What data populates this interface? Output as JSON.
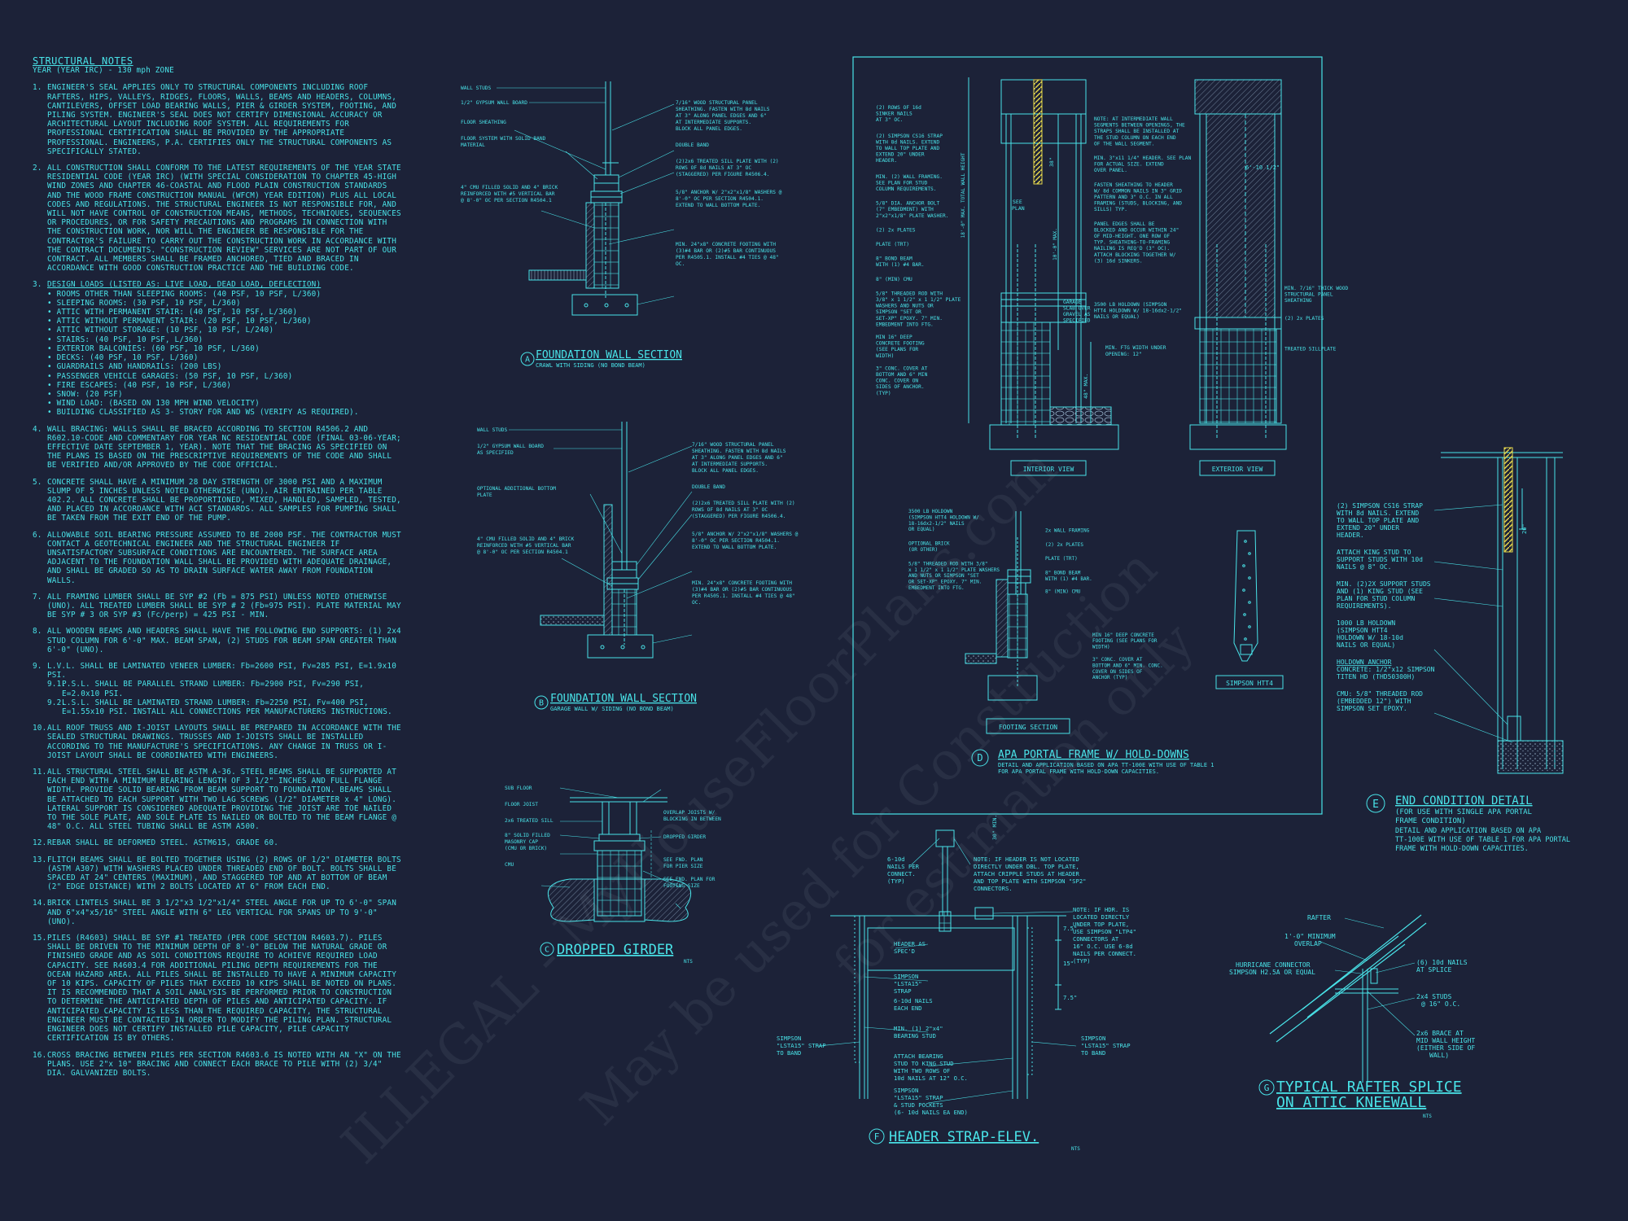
{
  "notes": {
    "title": "STRUCTURAL NOTES",
    "subtitle": "YEAR (YEAR IRC) - 130 mph ZONE",
    "items": [
      {
        "n": "1.",
        "text": "ENGINEER'S SEAL APPLIES ONLY TO STRUCTURAL COMPONENTS INCLUDING ROOF RAFTERS, HIPS, VALLEYS, RIDGES, FLOORS, WALLS, BEAMS AND HEADERS, COLUMNS, CANTILEVERS, OFFSET LOAD BEARING WALLS, PIER & GIRDER SYSTEM, FOOTING, AND PILING SYSTEM. ENGINEER'S SEAL DOES NOT CERTIFY DIMENSIONAL ACCURACY OR ARCHITECTURAL LAYOUT INCLUDING ROOF SYSTEM. ALL REQUIREMENTS FOR PROFESSIONAL CERTIFICATION SHALL BE PROVIDED BY THE APPROPRIATE PROFESSIONAL. ENGINEERS, P.A. CERTIFIES ONLY THE STRUCTURAL COMPONENTS AS SPECIFICALLY STATED."
      },
      {
        "n": "2.",
        "text": "ALL CONSTRUCTION SHALL CONFORM TO THE LATEST REQUIREMENTS OF THE YEAR STATE RESIDENTIAL CODE (YEAR IRC) (WITH SPECIAL CONSIDERATION TO CHAPTER 45-HIGH WIND ZONES AND CHAPTER 46-COASTAL AND FLOOD PLAIN CONSTRUCTION STANDARDS AND THE WOOD FRAME CONSTRUCTION MANUAL (WFCM) YEAR EDITION) PLUS ALL LOCAL CODES AND REGULATIONS. THE STRUCTURAL ENGINEER IS NOT RESPONSIBLE FOR, AND WILL NOT HAVE CONTROL OF CONSTRUCTION MEANS, METHODS, TECHNIQUES, SEQUENCES OR PROCEDURES, OR FOR SAFETY PRECAUTIONS AND PROGRAMS IN CONNECTION WITH THE CONSTRUCTION WORK, NOR WILL THE ENGINEER BE RESPONSIBLE FOR THE CONTRACTOR'S FAILURE TO CARRY OUT THE CONSTRUCTION WORK IN ACCORDANCE WITH THE CONTRACT DOCUMENTS. \"CONSTRUCTION REVIEW\" SERVICES ARE NOT PART OF OUR CONTRACT. ALL MEMBERS SHALL BE FRAMED ANCHORED, TIED AND BRACED IN ACCORDANCE WITH GOOD CONSTRUCTION PRACTICE AND THE BUILDING CODE."
      },
      {
        "n": "3.",
        "text": "DESIGN LOADS (LISTED AS: LIVE LOAD, DEAD LOAD, DEFLECTION)",
        "underline": true,
        "list": [
          "ROOMS OTHER THAN SLEEPING ROOMS: (40 PSF, 10 PSF, L/360)",
          "SLEEPING ROOMS: (30 PSF, 10 PSF, L/360)",
          "ATTIC WITH PERMANENT STAIR: (40 PSF, 10 PSF, L/360)",
          "ATTIC WITHOUT PERMANENT STAIR: (20 PSF, 10 PSF, L/360)",
          "ATTIC WITHOUT STORAGE: (10 PSF, 10 PSF, L/240)",
          "STAIRS: (40 PSF, 10 PSF, L/360)",
          "EXTERIOR BALCONIES: (60 PSF, 10 PSF, L/360)",
          "DECKS: (40 PSF, 10 PSF, L/360)",
          "GUARDRAILS AND HANDRAILS: (200 LBS)",
          "PASSENGER VEHICLE GARAGES: (50 PSF, 10 PSF, L/360)",
          "FIRE ESCAPES: (40 PSF, 10 PSF, L/360)",
          "SNOW: (20 PSF)",
          "WIND LOAD: (BASED ON 130 MPH WIND VELOCITY)",
          "BUILDING CLASSIFIED AS 3- STORY FOR AND WS (VERIFY AS REQUIRED)."
        ]
      },
      {
        "n": "4.",
        "text": "WALL BRACING: WALLS SHALL BE BRACED ACCORDING TO SECTION R4506.2 AND R602.10-CODE AND COMMENTARY FOR YEAR NC RESIDENTIAL CODE (FINAL 03-06-YEAR; EFFECTIVE DATE SEPTEMBER 1, YEAR). NOTE THAT THE BRACING AS SPECIFIED ON THE PLANS IS BASED ON THE PRESCRIPTIVE REQUIREMENTS OF THE CODE AND SHALL BE VERIFIED AND/OR APPROVED BY THE CODE OFFICIAL."
      },
      {
        "n": "5.",
        "text": "CONCRETE SHALL HAVE A MINIMUM 28 DAY STRENGTH OF 3000 PSI AND A MAXIMUM SLUMP OF 5 INCHES UNLESS NOTED OTHERWISE (UNO). AIR ENTRAINED PER TABLE 402.2. ALL CONCRETE SHALL BE PROPORTIONED, MIXED, HANDLED, SAMPLED, TESTED, AND PLACED IN ACCORDANCE WITH ACI STANDARDS. ALL SAMPLES FOR PUMPING SHALL BE TAKEN FROM THE EXIT END OF THE PUMP."
      },
      {
        "n": "6.",
        "text": "ALLOWABLE SOIL BEARING PRESSURE ASSUMED TO BE 2000 PSF. THE CONTRACTOR MUST CONTACT A GEOTECHNICAL ENGINEER AND THE STRUCTURAL ENGINEER IF UNSATISFACTORY SUBSURFACE CONDITIONS ARE ENCOUNTERED. THE SURFACE AREA ADJACENT TO THE FOUNDATION WALL SHALL BE PROVIDED WITH ADEQUATE DRAINAGE, AND SHALL BE GRADED SO AS TO DRAIN SURFACE WATER AWAY FROM FOUNDATION WALLS."
      },
      {
        "n": "7.",
        "text": "ALL FRAMING LUMBER SHALL BE SYP #2 (Fb = 875 PSI) UNLESS NOTED OTHERWISE (UNO). ALL TREATED LUMBER SHALL BE SYP # 2 (Fb=975 PSI). PLATE MATERIAL MAY BE SYP # 3 OR SYP #3 (Fc/perp) = 425 PSI - MIN."
      },
      {
        "n": "8.",
        "text": "ALL WOODEN BEAMS AND HEADERS SHALL HAVE THE FOLLOWING END SUPPORTS: (1) 2x4 STUD COLUMN FOR 6'-0\" MAX. BEAM SPAN, (2) STUDS FOR BEAM SPAN GREATER THAN 6'-0\" (UNO)."
      },
      {
        "n": "9.",
        "text": "L.V.L. SHALL BE LAMINATED VENEER LUMBER: Fb=2600 PSI, Fv=285 PSI, E=1.9x10 PSI.",
        "sub": [
          {
            "n": "9.1.",
            "text": "P.S.L. SHALL BE PARALLEL STRAND LUMBER: Fb=2900 PSI, Fv=290 PSI, E=2.0x10 PSI."
          },
          {
            "n": "9.2.",
            "text": "L.S.L. SHALL BE LAMINATED STRAND LUMBER: Fb=2250 PSI, Fv=400 PSI, E=1.55x10 PSI. INSTALL ALL CONNECTIONS PER MANUFACTURERS INSTRUCTIONS."
          }
        ]
      },
      {
        "n": "10.",
        "text": "ALL ROOF TRUSS AND I-JOIST LAYOUTS SHALL BE PREPARED IN ACCORDANCE WITH THE SEALED STRUCTURAL DRAWINGS. TRUSSES AND I-JOISTS SHALL BE INSTALLED ACCORDING TO THE MANUFACTURE'S SPECIFICATIONS. ANY CHANGE IN TRUSS OR I-JOIST LAYOUT SHALL BE COORDINATED WITH ENGINEERS."
      },
      {
        "n": "11.",
        "text": "ALL STRUCTURAL STEEL SHALL BE ASTM A-36. STEEL BEAMS SHALL BE SUPPORTED AT EACH END WITH A MINIMUM BEARING LENGTH OF 3 1/2\" INCHES AND FULL FLANGE WIDTH. PROVIDE SOLID BEARING FROM BEAM SUPPORT TO FOUNDATION. BEAMS SHALL BE ATTACHED TO EACH SUPPORT WITH TWO LAG SCREWS (1/2\" DIAMETER x 4\" LONG). LATERAL SUPPORT IS CONSIDERED ADEQUATE PROVIDING THE JOIST ARE TOE NAILED TO THE SOLE PLATE, AND SOLE PLATE IS NAILED OR BOLTED TO THE BEAM FLANGE @ 48\" O.C. ALL STEEL TUBING SHALL BE ASTM A500."
      },
      {
        "n": "12.",
        "text": "REBAR SHALL BE DEFORMED STEEL. ASTM615, GRADE 60."
      },
      {
        "n": "13.",
        "text": "FLITCH BEAMS SHALL BE BOLTED TOGETHER USING (2) ROWS OF 1/2\" DIAMETER BOLTS (ASTM A307) WITH WASHERS PLACED UNDER THREADED END OF BOLT. BOLTS SHALL BE SPACED AT 24\" CENTERS (MAXIMUM), AND STAGGERED TOP AND AT BOTTOM OF BEAM (2\" EDGE DISTANCE) WITH 2 BOLTS LOCATED AT 6\" FROM EACH END."
      },
      {
        "n": "14.",
        "text": "BRICK LINTELS SHALL BE 3 1/2\"x3 1/2\"x1/4\" STEEL ANGLE FOR UP TO 6'-0\" SPAN AND 6\"x4\"x5/16\" STEEL ANGLE WITH 6\" LEG VERTICAL FOR SPANS UP TO 9'-0\" (UNO)."
      },
      {
        "n": "15.",
        "text": "PILES (R4603) SHALL BE SYP #1 TREATED (PER CODE SECTION R4603.7). PILES SHALL BE DRIVEN TO THE MINIMUM DEPTH OF 8'-0\" BELOW THE NATURAL GRADE OR FINISHED GRADE AND AS SOIL CONDITIONS REQUIRE TO ACHIEVE REQUIRED LOAD CAPACITY. SEE R4603.4 FOR ADDITIONAL PILING DEPTH REQUIREMENTS FOR THE OCEAN HAZARD AREA. ALL PILES SHALL BE INSTALLED TO HAVE A MINIMUM CAPACITY OF 10 KIPS. CAPACITY OF PILES THAT EXCEED 10 KIPS SHALL BE NOTED ON PLANS. IT IS RECOMMENDED THAT A SOIL ANALYSIS BE PERFORMED PRIOR TO CONSTRUCTION TO DETERMINE THE ANTICIPATED DEPTH OF PILES AND ANTICIPATED CAPACITY. IF ANTICIPATED CAPACITY IS LESS THAN THE REQUIRED CAPACITY, THE STRUCTURAL ENGINEER MUST BE CONTACTED IN ORDER TO MODIFY THE PILING PLAN. STRUCTURAL ENGINEER DOES NOT CERTIFY INSTALLED PILE CAPACITY, PILE CAPACITY CERTIFICATION IS BY OTHERS."
      },
      {
        "n": "16.",
        "text": "CROSS BRACING BETWEEN PILES PER SECTION R4603.6 IS NOTED WITH AN \"X\" ON THE PLANS. USE 2\"x 10\" BRACING AND CONNECT EACH BRACE TO PILE WITH (2) 3/4\" DIA. GALVANIZED BOLTS."
      }
    ]
  },
  "detail_a": {
    "letter": "A",
    "title": "FOUNDATION WALL SECTION",
    "subtitle": "CRAWL WITH SIDING (NO BOND BEAM)",
    "left": [
      "WALL STUDS",
      "1/2\" GYPSUM WALL BOARD",
      "FLOOR SHEATHING",
      "FLOOR SYSTEM WITH SOLID BAND",
      "MATERIAL",
      "4\" CMU FILLED SOLID AND 4\" BRICK",
      "REINFORCED WITH #5 VERTICAL BAR",
      "@ 8'-0\" OC PER SECTION R4504.1"
    ],
    "right": [
      "7/16\" WOOD STRUCTURAL PANEL",
      "SHEATHING. FASTEN WITH 8d NAILS",
      "AT 3\" ALONG PANEL EDGES AND 6\"",
      "AT INTERMEDIATE SUPPORTS.",
      "BLOCK ALL PANEL EDGES.",
      "DOUBLE BAND",
      "(2)2x6 TREATED SILL PLATE WITH (2)",
      "ROWS OF 8d NAILS AT 3\" OC",
      "(STAGGERED) PER FIGURE R4506.4.",
      "5/8\" ANCHOR W/ 2\"x2\"x1/8\" WASHERS @",
      "8'-0\" OC PER SECTION R4504.1.",
      "EXTEND TO WALL BOTTOM PLATE.",
      "MIN. 24\"x8\" CONCRETE FOOTING WITH",
      "(3)#4 BAR OR (2)#5 BAR CONTINUOUS",
      "PER R4505.1. INSTALL #4 TIES @ 48\"",
      "OC."
    ]
  },
  "detail_b": {
    "letter": "B",
    "title": "FOUNDATION WALL SECTION",
    "subtitle": "GARAGE WALL W/ SIDING (NO BOND BEAM)",
    "left": [
      "WALL STUDS",
      "1/2\" GYPSUM WALL BOARD",
      "AS SPECIFIED",
      "OPTIONAL ADDITIONAL BOTTOM",
      "PLATE",
      "4\" CMU FILLED SOLID AND 4\" BRICK",
      "REINFORCED WITH #5 VERTICAL BAR",
      "@ 8'-0\" OC PER SECTION R4504.1"
    ],
    "right": [
      "7/16\" WOOD STRUCTURAL PANEL",
      "SHEATHING. FASTEN WITH 8d NAILS",
      "AT 3\" ALONG PANEL EDGES AND 6\"",
      "AT INTERMEDIATE SUPPORTS.",
      "BLOCK ALL PANEL EDGES.",
      "DOUBLE BAND",
      "(2)2x6 TREATED SILL PLATE WITH (2)",
      "ROWS OF 8d NAILS AT 3\" OC",
      "(STAGGERED) PER FIGURE R4506.4.",
      "5/8\" ANCHOR W/ 2\"x2\"x1/8\" WASHERS @",
      "8'-0\" OC PER SECTION R4504.1.",
      "EXTEND TO WALL BOTTOM PLATE.",
      "MIN. 24\"x8\" CONCRETE FOOTING WITH",
      "(3)#4 BAR OR (2)#5 BAR CONTINUOUS",
      "PER R4505.1. INSTALL #4 TIES @ 48\"",
      "OC."
    ]
  },
  "detail_c": {
    "letter": "C",
    "title": "DROPPED GIRDER",
    "scale": "NTS",
    "labels": [
      "SUB FLOOR",
      "FLOOR JOIST",
      "2x6 TREATED SILL",
      "8\" SOLID FILLED",
      "MASONRY CAP",
      "(CMU OR BRICK)",
      "CMU",
      "OVERLAP JOISTS W/",
      "BLOCKING IN BETWEEN",
      "DROPPED GIRDER",
      "SEE FND. PLAN",
      "FOR PIER SIZE",
      "SEE FND. PLAN FOR",
      "FOOTING SIZE",
      "30\" MIN."
    ]
  },
  "detail_d": {
    "letter": "D",
    "title": "APA PORTAL FRAME W/ HOLD-DOWNS",
    "desc": [
      "DETAIL AND APPLICATION BASED ON APA TT-100E WITH USE OF TABLE 1",
      "FOR APA PORTAL FRAME WITH HOLD-DOWN CAPACITIES."
    ],
    "interior_left": [
      "(2) ROWS OF 16d",
      "SINKER NAILS",
      "AT 3\" OC.",
      "(2) SIMPSON CS16 STRAP",
      "WITH 8d NAILS. EXTEND",
      "TO WALL TOP PLATE AND",
      "EXTEND 20\" UNDER",
      "HEADER.",
      "MIN. (2) WALL FRAMING.",
      "SEE PLAN FOR STUD",
      "COLUMN REQUIREMENTS.",
      "5/8\" DIA. ANCHOR BOLT",
      "(7\" EMBEDMENT) WITH",
      "2\"x2\"x1/8\" PLATE WASHER.",
      "(2) 2x PLATES",
      "PLATE (TRT)",
      "8\" BOND BEAM",
      "WITH (1) #4 BAR.",
      "8\" (MIN) CMU",
      "5/8\" THREADED ROD WITH",
      "3/8\" x 1 1/2\" x 1 1/2\" PLATE",
      "WASHERS AND NUTS OR",
      "SIMPSON \"SET OR",
      "SET-XP\" EPOXY. 7\" MIN.",
      "EMBEDMENT INTO FTG.",
      "MIN 16\" DEEP",
      "CONCRETE FOOTING",
      "(SEE PLANS FOR",
      "WIDTH)",
      "3\" CONC. COVER AT",
      "BOTTOM AND 6\" MIN",
      "CONC. COVER ON",
      "SIDES OF ANCHOR.",
      "(TYP)"
    ],
    "interior_right": [
      "NOTE: AT INTERMEDIATE WALL",
      "SEGMENTS BETWEEN OPENINGS, THE",
      "STRAPS SHALL BE INSTALLED AT",
      "THE STUD COLUMN ON EACH END",
      "OF THE WALL SEGMENT.",
      "MIN. 3\"x11 1/4\" HEADER. SEE PLAN",
      "FOR ACTUAL SIZE. EXTEND",
      "OVER PANEL.",
      "FASTEN SHEATHING TO HEADER",
      "W/ 8d COMMON NAILS IN 3\" GRID",
      "PATTERN AND 3\" O.C. IN ALL",
      "FRAMING (STUDS, BLOCKING, AND",
      "SILLS) TYP.",
      "PANEL EDGES SHALL BE",
      "BLOCKED AND OCCUR WITHIN 24\"",
      "OF MID-HEIGHT. ONE ROW OF",
      "TYP. SHEATHING-TO-FRAMING",
      "NAILING IS REQ'D (3\" OC).",
      "ATTACH BLOCKING TOGETHER W/",
      "(3) 16d SINKERS.",
      "3500 LB HOLDOWN (SIMPSON",
      "HTT4 HOLDOWN W/ 18-16dx2-1/2\"",
      "NAILS OR EQUAL)",
      "GARAGE",
      "SLAB OVER",
      "GRAVEL AS",
      "SPECIFIED",
      "MIN. FTG WIDTH UNDER",
      "OPENING: 12\""
    ],
    "dims": [
      "18'-0\" MAX. TOTAL WALL HEIGHT",
      "10'-0\" MAX.",
      "SEE",
      "PLAN",
      "38\"",
      "48\" MAX.",
      "6'-10 1/2\""
    ],
    "exterior": [
      "MIN. 7/16\" THICK WOOD",
      "STRUCTURAL PANEL",
      "SHEATHING",
      "(2) 2x PLATES",
      "TREATED SILLPLATE"
    ],
    "footing": [
      "3500 LB HOLDOWN",
      "(SIMPSON HTT4 HOLDOWN W/",
      "18-16dx2-1/2\" NAILS",
      "OR EQUAL)",
      "OPTIONAL BRICK",
      "(OR OTHER)",
      "5/8\" THREADED ROD WITH 3/8\"",
      "x 1 1/2\" x 1 1/2\" PLATE WASHERS",
      "AND NUTS OR SIMPSON \"SET",
      "OR SET-XP\" EPOXY. 7\" MIN.",
      "EMBEDMENT INTO FTG.",
      "2x WALL FRAMING",
      "(2) 2x PLATES",
      "PLATE (TRT)",
      "8\" BOND BEAM",
      "WITH (1) #4 BAR.",
      "8\" (MIN) CMU",
      "MIN 16\" DEEP CONCRETE",
      "FOOTING (SEE PLANS FOR",
      "WIDTH)",
      "3\" CONC. COVER AT",
      "BOTTOM AND 6\" MIN. CONC.",
      "COVER ON SIDES OF",
      "ANCHOR (TYP)"
    ],
    "boxes": [
      "INTERIOR VIEW",
      "EXTERIOR VIEW",
      "FOOTING SECTION",
      "SIMPSON HTT4"
    ]
  },
  "detail_e": {
    "letter": "E",
    "title": "END CONDITION DETAIL",
    "subtitle": [
      "(FOR USE WITH SINGLE APA PORTAL",
      "FRAME CONDITION)"
    ],
    "desc": [
      "DETAIL AND APPLICATION BASED ON APA",
      "TT-100E WITH USE OF TABLE 1 FOR APA PORTAL",
      "FRAME WITH HOLD-DOWN CAPACITIES."
    ],
    "labels": [
      "(2) SIMPSON CS16 STRAP",
      "WITH 8d NAILS. EXTEND",
      "TO WALL TOP PLATE AND",
      "EXTEND 20\" UNDER",
      "HEADER.",
      "ATTACH KING STUD TO",
      "SUPPORT STUDS WITH 10d",
      "NAILS @ 8\" OC.",
      "MIN. (2)2X SUPPORT STUDS",
      "AND (1) KING STUD (SEE",
      "PLAN FOR STUD COLUMN",
      "REQUIREMENTS).",
      "1000 LB HOLDOWN",
      "(SIMPSON HTT4",
      "HOLDOWN W/ 18-10d",
      "NAILS OR EQUAL)",
      "HOLDOWN ANCHOR",
      "CONCRETE: 1/2\"x12 SIMPSON",
      "TITEN HD (THD50300H)",
      "CMU: 5/8\" THREADED ROD",
      "(EMBEDDED 12\") WITH",
      "SIMPSON SET EPOXY.",
      "20\""
    ]
  },
  "detail_f": {
    "letter": "F",
    "title": "HEADER STRAP-ELEV.",
    "scale": "NTS",
    "labels": [
      "6-10d",
      "NAILS PER",
      "CONNECT.",
      "(TYP)",
      "NOTE: IF HEADER IS NOT LOCATED",
      "DIRECTLY UNDER DBL. TOP PLATE,",
      "ATTACH CRIPPLE STUDS AT HEADER",
      "AND TOP PLATE WITH SIMPSON \"SP2\"",
      "CONNECTORS.",
      "NOTE: IF HDR. IS",
      "LOCATED DIRECTLY",
      "UNDER TOP PLATE,",
      "USE SIMPSON \"LTP4\"",
      "CONNECTORS AT",
      "16\" O.C. USE 6-8d",
      "NAILS PER CONNECT.",
      "(TYP)",
      "HEADER AS",
      "SPEC'D",
      "SIMPSON",
      "\"LSTA15\"",
      "STRAP",
      "6-10d NAILS",
      "EACH END",
      "MIN. (1) 2\"x4\"",
      "BEARING STUD",
      "ATTACH BEARING",
      "STUD TO KING STUD",
      "WITH TWO ROWS OF",
      "10d NAILS AT 12\" O.C.",
      "SIMPSON",
      "\"LSTA15\" STRAP",
      "& STUD POCKETS",
      "(6- 10d NAILS EA END)",
      "SIMPSON",
      "\"LSTA15\" STRAP",
      "TO BAND",
      "SIMPSON",
      "\"LSTA15\" STRAP",
      "TO BAND",
      "7.5\"",
      "15\"",
      "7.5\""
    ]
  },
  "detail_g": {
    "letter": "G",
    "title1": "TYPICAL RAFTER SPLICE",
    "title2": "ON ATTIC KNEEWALL",
    "scale": "NTS",
    "labels": [
      "RAFTER",
      "1'-0\" MINIMUM",
      "OVERLAP",
      "HURRICANE CONNECTOR",
      "SIMPSON H2.5A OR EQUAL",
      "(6) 10d NAILS",
      "AT SPLICE",
      "2x4 STUDS",
      "@ 16\" O.C.",
      "2x6 BRACE AT",
      "MID WALL HEIGHT",
      "(EITHER SIDE OF",
      "WALL)"
    ]
  },
  "watermark": {
    "line1": "ILLEGAL - MyHouseFloorPlans.com",
    "line2": "May be used for Construction",
    "line3": "for estimation only"
  },
  "colors": {
    "background": "#1c2238",
    "line": "#49e3e8",
    "accent": "#e8d94c",
    "hatch": "#8fa8c0"
  }
}
